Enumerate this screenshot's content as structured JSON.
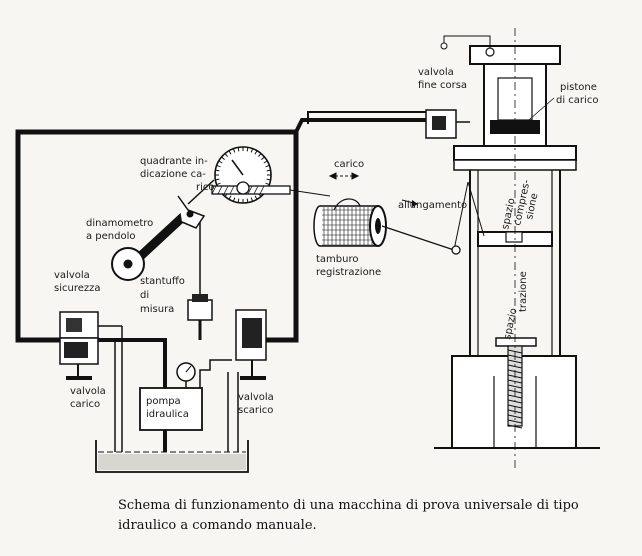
{
  "labels": {
    "valvola_fine_corsa": [
      "valvola",
      "fine corsa"
    ],
    "pistone_di_carico": [
      "pistone",
      "di carico"
    ],
    "quadrante": [
      "quadrante  in-",
      "dicazione  ca-",
      "rico"
    ],
    "carico": "carico",
    "allungamento": "allungamento",
    "dinamometro": [
      "dinamometro",
      "a pendolo"
    ],
    "tamburo": [
      "tamburo",
      "registrazione"
    ],
    "spazio_compressione": [
      "spazio",
      "compres-",
      "sione"
    ],
    "spazio_trazione": [
      "spazio",
      "trazione"
    ],
    "valvola_sicurezza": [
      "valvola",
      "sicurezza"
    ],
    "stantuffo": [
      "stantuffo",
      "di",
      "misura"
    ],
    "valvola_carico": [
      "valvola",
      "carico"
    ],
    "pompa": [
      "pompa",
      "idraulica"
    ],
    "valvola_scarico": [
      "valvola",
      "scarico"
    ]
  },
  "caption": {
    "line1": "Schema di funzionamento di una macchina di prova universale di tipo",
    "line2": "idraulico a comando manuale."
  }
}
